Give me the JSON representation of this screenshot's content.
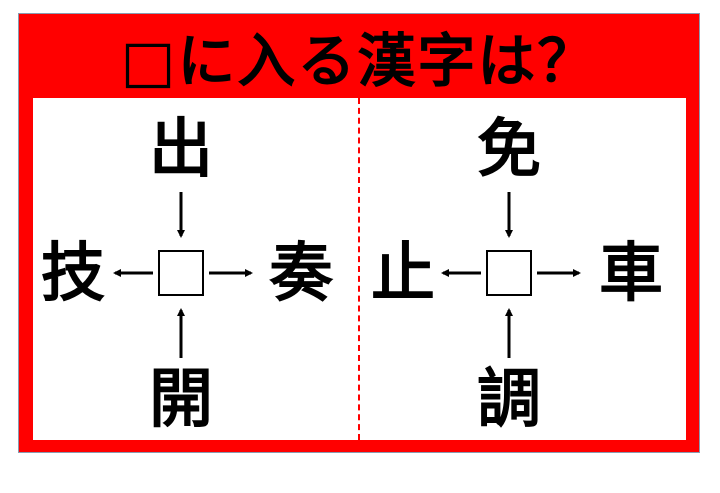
{
  "title": "□に入る漢字は？",
  "puzzles": [
    {
      "top": "出",
      "left": "技",
      "right": "奏",
      "bottom": "開"
    },
    {
      "top": "免",
      "left": "止",
      "right": "車",
      "bottom": "調"
    }
  ],
  "colors": {
    "frame": "#ff0000",
    "text": "#000000"
  }
}
